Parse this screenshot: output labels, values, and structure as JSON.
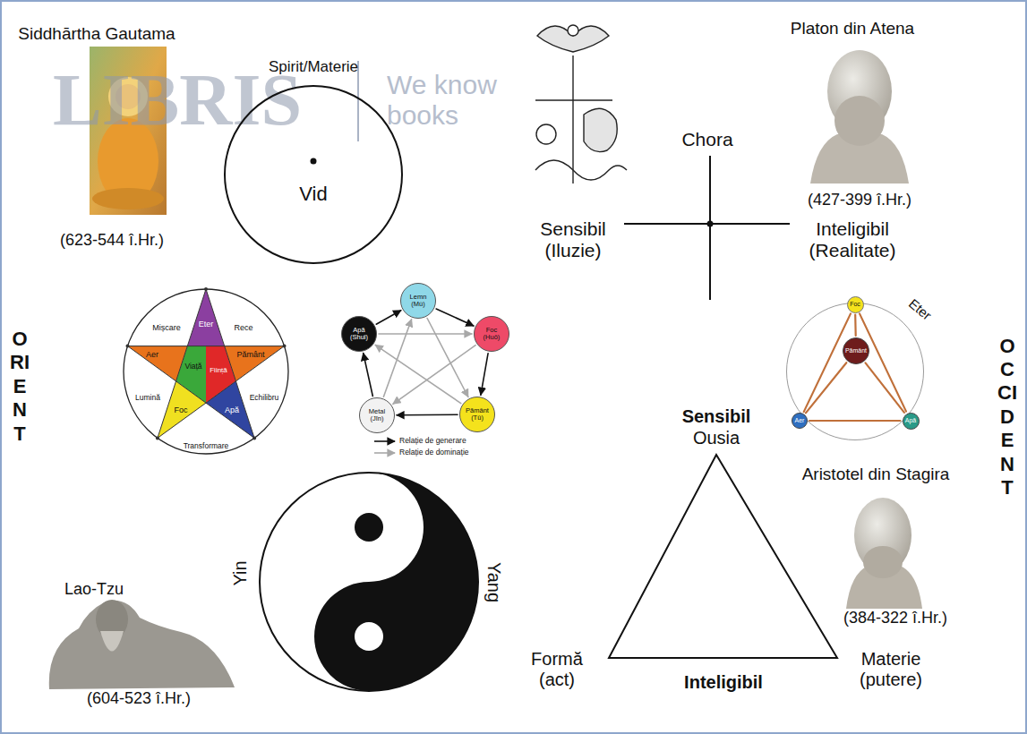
{
  "diagram": {
    "nodes": [
      {
        "text": [
          "Spirit/Materie",
          "Vid"
        ]
      },
      {
        "text": [
          "Lemn (Mù)"
        ]
      },
      {
        "text": [
          "Foc (Huǒ)"
        ]
      },
      {
        "text": [
          "Pământ (Tǔ)"
        ]
      },
      {
        "text": [
          "Metal (Jīn)"
        ]
      },
      {
        "text": [
          "Apă (Shuǐ)"
        ]
      },
      {
        "text": [
          "Eter"
        ]
      },
      {
        "text": [
          "Foc"
        ],
        "in": 6
      },
      {
        "text": [
          "Pământ"
        ],
        "in": 6
      },
      {
        "text": [
          "Aer"
        ],
        "in": 6
      },
      {
        "text": [
          "Apă"
        ],
        "in": 6
      }
    ],
    "edges": [
      {
        "from": 1,
        "to": 2,
        "arrow": "to"
      },
      {
        "from": 2,
        "to": 3,
        "arrow": "to"
      },
      {
        "from": 3,
        "to": 4,
        "arrow": "to"
      },
      {
        "from": 4,
        "to": 5,
        "arrow": "to"
      },
      {
        "from": 5,
        "to": 1,
        "arrow": "to"
      },
      {
        "from": 1,
        "to": 3,
        "arrow": "to"
      },
      {
        "from": 3,
        "to": 5,
        "arrow": "to"
      },
      {
        "from": 5,
        "to": 2,
        "arrow": "to"
      },
      {
        "from": 2,
        "to": 4,
        "arrow": "to"
      },
      {
        "from": 4,
        "to": 1,
        "arrow": "to"
      },
      {
        "from": 7,
        "to": 9,
        "arrow": "none"
      },
      {
        "from": 7,
        "to": 10,
        "arrow": "none"
      },
      {
        "from": 9,
        "to": 10,
        "arrow": "none"
      },
      {
        "from": 7,
        "to": 8,
        "arrow": "none"
      },
      {
        "from": 8,
        "to": 9,
        "arrow": "none"
      },
      {
        "from": 8,
        "to": 10,
        "arrow": "none"
      }
    ],
    "labels": [
      "Siddhārtha Gautama",
      "(623-544 î.Hr.)",
      "LIBRIS",
      "We know books",
      "Platon din Atena",
      "Chora",
      "(427-399 î.Hr.)",
      "Sensibil (Iluzie)",
      "Inteligibil (Realitate)",
      "ORIENT",
      "OCCIDENT",
      "Eter",
      "Mișcare",
      "Rece",
      "Aer",
      "Viață",
      "Pământ",
      "Ființă",
      "Lumină",
      "Echilibru",
      "Foc",
      "Apă",
      "Transformare",
      "Sensibil",
      "Ousia",
      "Aristotel din Stagira",
      "Lao-Tzu",
      "Yin",
      "Yang",
      "(384-322 î.Hr.)",
      "Formă (act)",
      "Inteligibil",
      "Materie (putere)",
      "(604-523 î.Hr.)"
    ],
    "legend": [
      {
        "text": "Relație de generare"
      },
      {
        "text": "Relație de dominație"
      }
    ]
  }
}
